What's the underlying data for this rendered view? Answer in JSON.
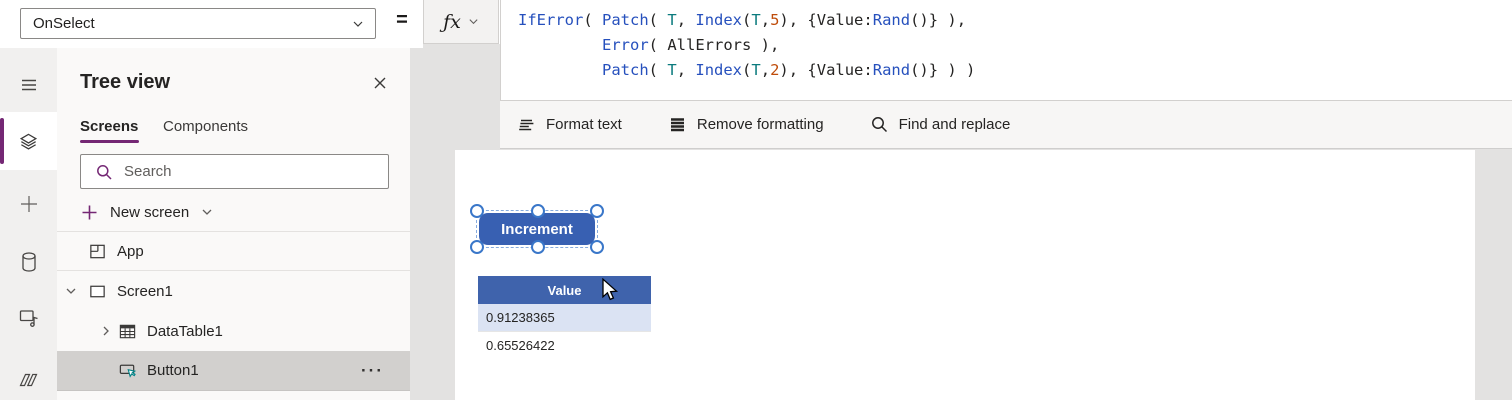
{
  "property_bar": {
    "selected_property": "OnSelect",
    "equals_sign": "=",
    "fx_label": "ƒx"
  },
  "formula": {
    "lines": [
      [
        {
          "t": "IfError",
          "c": "fn"
        },
        {
          "t": "( ",
          "c": "pl"
        },
        {
          "t": "Patch",
          "c": "fn"
        },
        {
          "t": "( ",
          "c": "pl"
        },
        {
          "t": "T",
          "c": "var"
        },
        {
          "t": ", ",
          "c": "pl"
        },
        {
          "t": "Index",
          "c": "fn"
        },
        {
          "t": "(",
          "c": "pl"
        },
        {
          "t": "T",
          "c": "var"
        },
        {
          "t": ",",
          "c": "pl"
        },
        {
          "t": "5",
          "c": "num"
        },
        {
          "t": "), {Value:",
          "c": "pl"
        },
        {
          "t": "Rand",
          "c": "fn"
        },
        {
          "t": "()} ),",
          "c": "pl"
        }
      ],
      [
        {
          "t": "         ",
          "c": "pl"
        },
        {
          "t": "Error",
          "c": "fn"
        },
        {
          "t": "( AllErrors ),",
          "c": "pl"
        }
      ],
      [
        {
          "t": "         ",
          "c": "pl"
        },
        {
          "t": "Patch",
          "c": "fn"
        },
        {
          "t": "( ",
          "c": "pl"
        },
        {
          "t": "T",
          "c": "var"
        },
        {
          "t": ", ",
          "c": "pl"
        },
        {
          "t": "Index",
          "c": "fn"
        },
        {
          "t": "(",
          "c": "pl"
        },
        {
          "t": "T",
          "c": "var"
        },
        {
          "t": ",",
          "c": "pl"
        },
        {
          "t": "2",
          "c": "num"
        },
        {
          "t": "), {Value:",
          "c": "pl"
        },
        {
          "t": "Rand",
          "c": "fn"
        },
        {
          "t": "()} ) )",
          "c": "pl"
        }
      ]
    ]
  },
  "formula_toolbar": {
    "items": [
      {
        "label": "Format text"
      },
      {
        "label": "Remove formatting"
      },
      {
        "label": "Find and replace"
      }
    ]
  },
  "rail": {
    "items": [
      {
        "name": "menu"
      },
      {
        "name": "tree-view",
        "selected": true
      },
      {
        "name": "insert"
      },
      {
        "name": "data"
      },
      {
        "name": "media"
      },
      {
        "name": "power-automate"
      }
    ]
  },
  "tree_panel": {
    "title": "Tree view",
    "tabs": [
      {
        "label": "Screens",
        "active": true
      },
      {
        "label": "Components",
        "active": false
      }
    ],
    "search": {
      "placeholder": "Search"
    },
    "new_screen_label": "New screen",
    "items": [
      {
        "label": "App"
      },
      {
        "label": "Screen1"
      },
      {
        "label": "DataTable1"
      },
      {
        "label": "Button1",
        "selected": true
      }
    ],
    "more_label": "···"
  },
  "canvas": {
    "button_label": "Increment",
    "data_table": {
      "header": "Value",
      "rows": [
        "0.91238365",
        "0.65526422"
      ]
    }
  },
  "colors": {
    "accent_purple": "#742774",
    "function_blue": "#2650bd",
    "identifier_teal": "#0c7b7e",
    "number_orange": "#bf4c0a",
    "button_fill": "#3860b2",
    "table_header_fill": "#3f63ac",
    "selected_row_fill": "#dbe3f3"
  }
}
